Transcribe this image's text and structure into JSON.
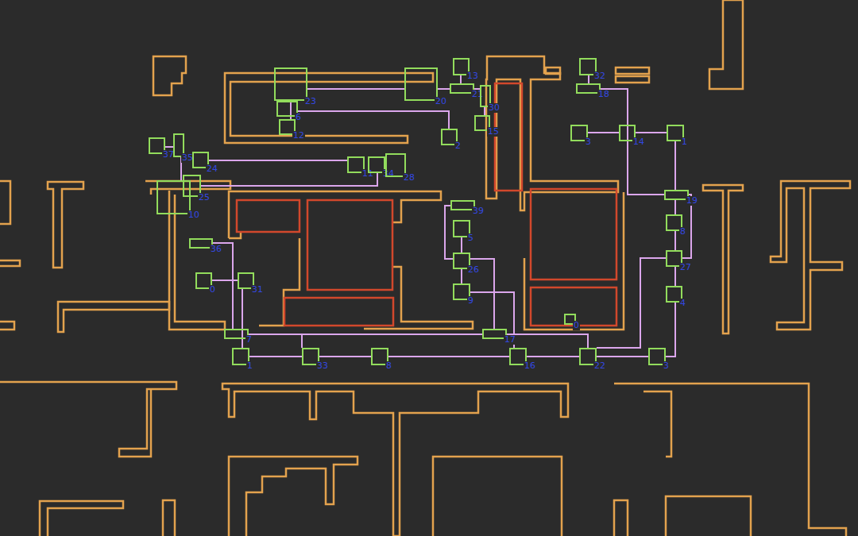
{
  "diagram": {
    "nodes": [
      {
        "text": [
          "23"
        ]
      },
      {
        "text": [
          "20"
        ]
      },
      {
        "text": [
          "13"
        ]
      },
      {
        "text": [
          "21"
        ]
      },
      {
        "text": [
          "30"
        ]
      },
      {
        "text": [
          "15"
        ]
      },
      {
        "text": [
          "6"
        ]
      },
      {
        "text": [
          "12"
        ]
      },
      {
        "text": [
          "2"
        ]
      },
      {
        "text": [
          "32"
        ]
      },
      {
        "text": [
          "18"
        ]
      },
      {
        "text": [
          "3"
        ]
      },
      {
        "text": [
          "14"
        ]
      },
      {
        "text": [
          "1"
        ]
      },
      {
        "text": [
          "37"
        ]
      },
      {
        "text": [
          "35"
        ]
      },
      {
        "text": [
          "24"
        ]
      },
      {
        "text": [
          "11"
        ]
      },
      {
        "text": [
          "34"
        ]
      },
      {
        "text": [
          "28"
        ]
      },
      {
        "text": [
          "25"
        ]
      },
      {
        "text": [
          "10"
        ]
      },
      {
        "text": [
          "19"
        ]
      },
      {
        "text": [
          "8"
        ]
      },
      {
        "text": [
          "27"
        ]
      },
      {
        "text": [
          "4"
        ]
      },
      {
        "text": [
          "39"
        ]
      },
      {
        "text": [
          "5"
        ]
      },
      {
        "text": [
          "26"
        ]
      },
      {
        "text": [
          "9"
        ]
      },
      {
        "text": [
          "36"
        ]
      },
      {
        "text": [
          "0"
        ]
      },
      {
        "text": [
          "31"
        ]
      },
      {
        "text": [
          "0"
        ]
      },
      {
        "text": [
          "7"
        ]
      },
      {
        "text": [
          "1"
        ]
      },
      {
        "text": [
          "33"
        ]
      },
      {
        "text": [
          "8"
        ]
      },
      {
        "text": [
          "17"
        ]
      },
      {
        "text": [
          "16"
        ]
      },
      {
        "text": [
          "22"
        ]
      },
      {
        "text": [
          "3"
        ]
      }
    ],
    "edges": [
      {
        "from": 0,
        "to": 1,
        "arrow": "none"
      },
      {
        "from": 1,
        "to": 3,
        "arrow": "none"
      },
      {
        "from": 3,
        "to": 4,
        "arrow": "none"
      },
      {
        "from": 4,
        "to": 5,
        "arrow": "none"
      },
      {
        "from": 0,
        "to": 7,
        "arrow": "none"
      },
      {
        "from": 6,
        "to": 8,
        "arrow": "none"
      },
      {
        "from": 2,
        "to": 3,
        "arrow": "none"
      },
      {
        "from": 9,
        "to": 10,
        "arrow": "none"
      },
      {
        "from": 10,
        "to": 22,
        "arrow": "none"
      },
      {
        "from": 11,
        "to": 12,
        "arrow": "none"
      },
      {
        "from": 12,
        "to": 13,
        "arrow": "none"
      },
      {
        "from": 13,
        "to": 22,
        "arrow": "none"
      },
      {
        "from": 22,
        "to": 23,
        "arrow": "none"
      },
      {
        "from": 23,
        "to": 24,
        "arrow": "none"
      },
      {
        "from": 24,
        "to": 25,
        "arrow": "none"
      },
      {
        "from": 25,
        "to": 41,
        "arrow": "none"
      },
      {
        "from": 22,
        "to": 24,
        "arrow": "none"
      },
      {
        "from": 24,
        "to": 40,
        "arrow": "none"
      },
      {
        "from": 14,
        "to": 15,
        "arrow": "none"
      },
      {
        "from": 15,
        "to": 21,
        "arrow": "none"
      },
      {
        "from": 16,
        "to": 17,
        "arrow": "none"
      },
      {
        "from": 20,
        "to": 18,
        "arrow": "none"
      },
      {
        "from": 30,
        "to": 34,
        "arrow": "none"
      },
      {
        "from": 31,
        "to": 32,
        "arrow": "none"
      },
      {
        "from": 32,
        "to": 35,
        "arrow": "none"
      },
      {
        "from": 34,
        "to": 36,
        "arrow": "none"
      },
      {
        "from": 35,
        "to": 36,
        "arrow": "none"
      },
      {
        "from": 36,
        "to": 37,
        "arrow": "none"
      },
      {
        "from": 37,
        "to": 39,
        "arrow": "none"
      },
      {
        "from": 39,
        "to": 40,
        "arrow": "none"
      },
      {
        "from": 40,
        "to": 41,
        "arrow": "none"
      },
      {
        "from": 34,
        "to": 38,
        "arrow": "none"
      },
      {
        "from": 38,
        "to": 40,
        "arrow": "none"
      },
      {
        "from": 26,
        "to": 28,
        "arrow": "none"
      },
      {
        "from": 28,
        "to": 38,
        "arrow": "none"
      },
      {
        "from": 27,
        "to": 28,
        "arrow": "none"
      },
      {
        "from": 28,
        "to": 29,
        "arrow": "none"
      },
      {
        "from": 29,
        "to": 39,
        "arrow": "none"
      }
    ]
  }
}
